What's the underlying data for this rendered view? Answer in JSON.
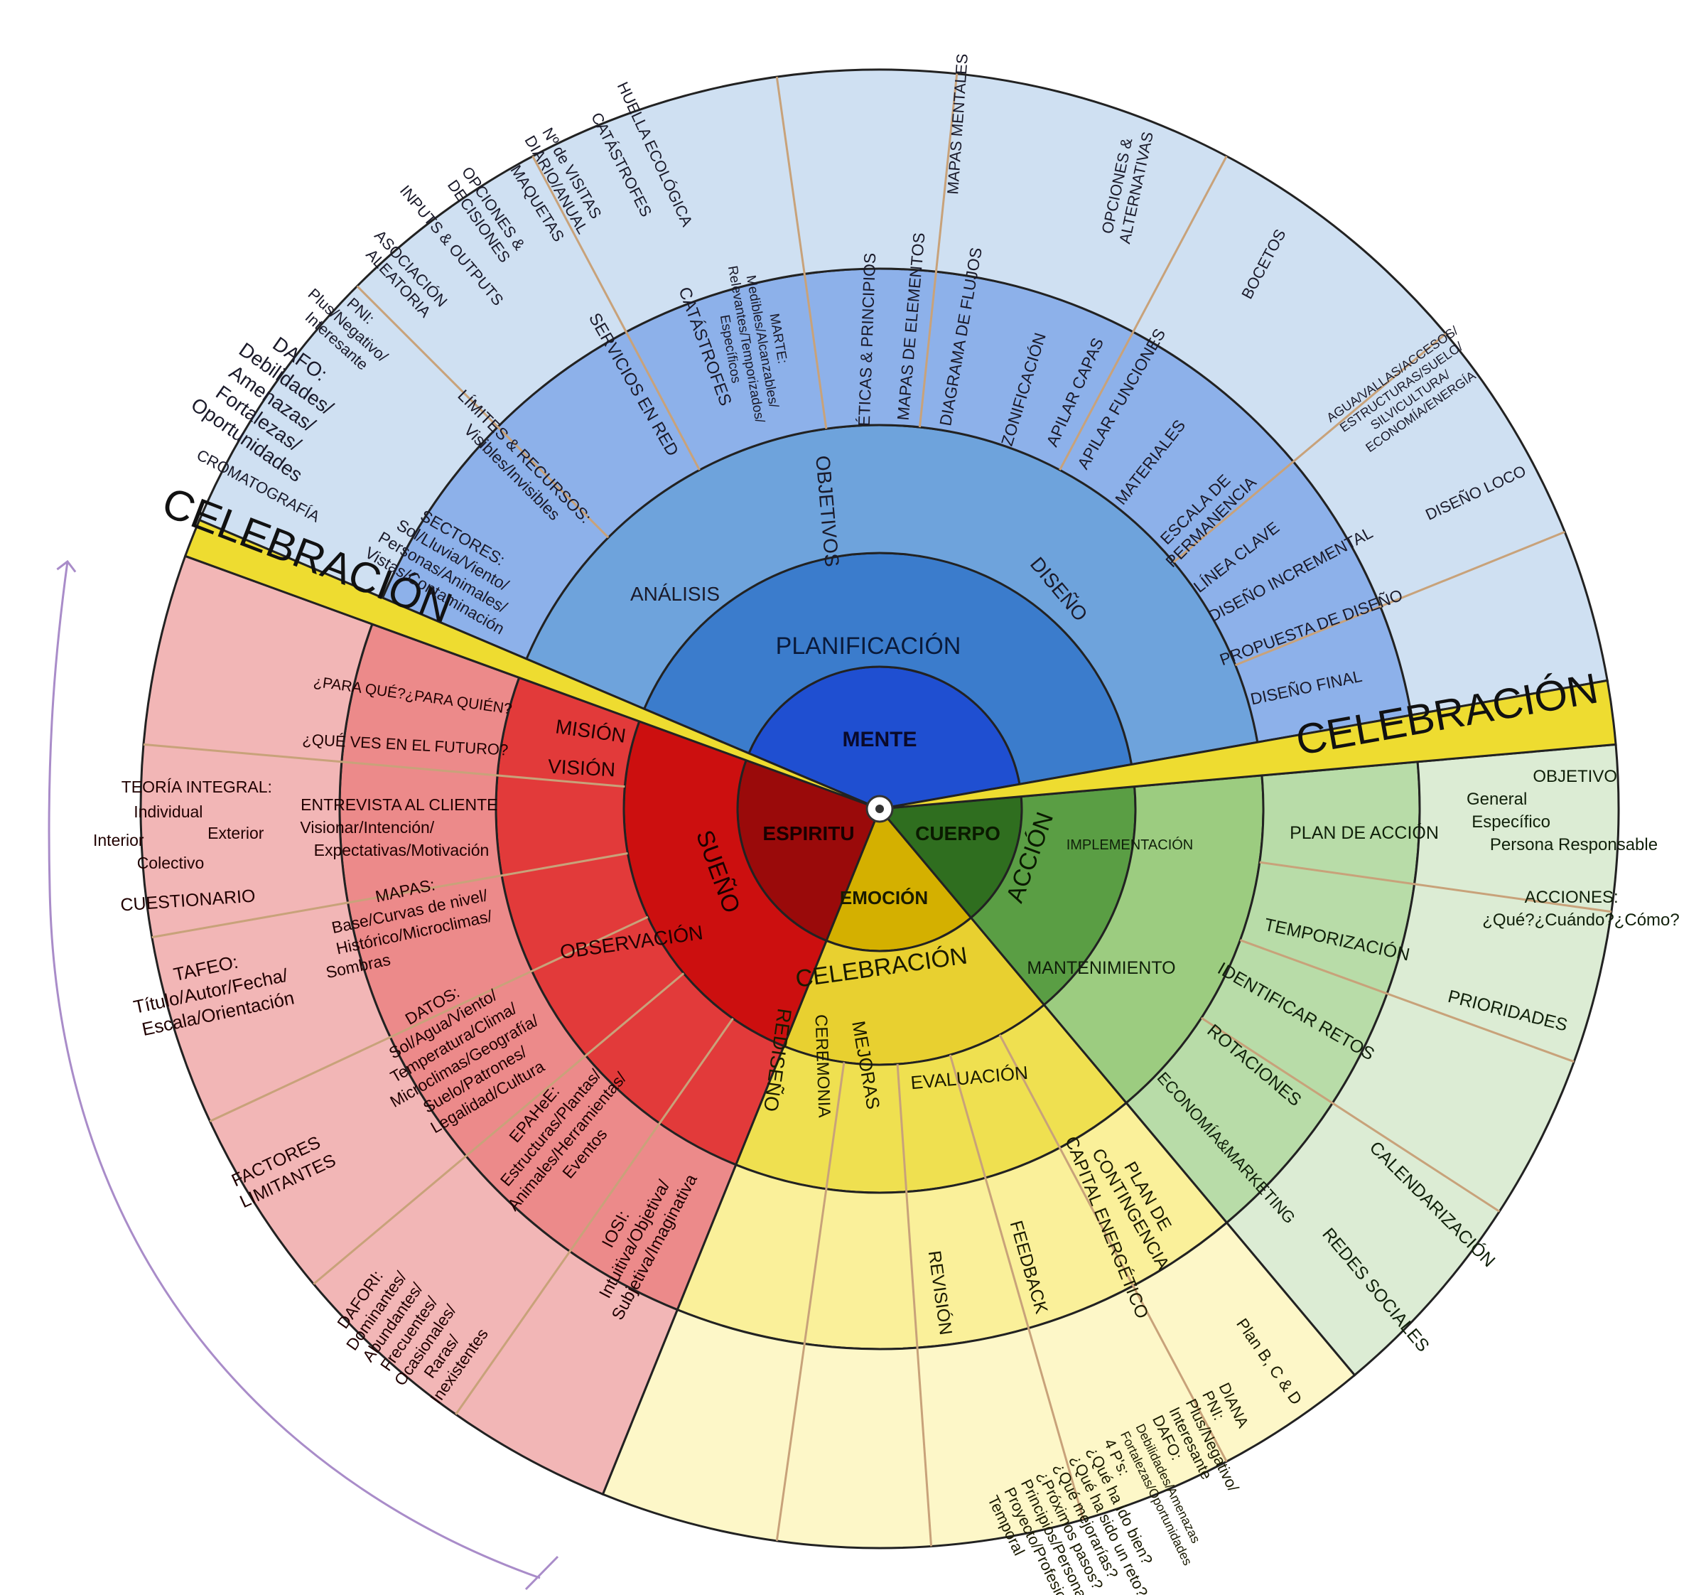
{
  "center": {
    "mind": "MENTE",
    "spirit": "ESPIRITU",
    "body": "CUERPO",
    "emotion": "EMOCIÓN"
  },
  "phases": {
    "planning": "PLANIFICACIÓN",
    "dream": "SUEÑO",
    "action": "ACCIÓN",
    "celebration": "CELEBRACIÓN"
  },
  "celebration_bands": {
    "left": "CELEBRACIÓN",
    "right": "CELEBRACIÓN"
  },
  "planning": {
    "stages": {
      "analysis": "ANÁLISIS",
      "objectives": "OBJETIVOS",
      "design": "DISEÑO"
    },
    "tools": {
      "catastrophes": "CATÁSTROFES",
      "network_services": "SERVICIOS EN RED",
      "limits": [
        "LÍMITES & RECURSOS:",
        "Visibles/Invisibles"
      ],
      "sectors": [
        "SECTORES:",
        "Sol/Lluvia/Viento/",
        "Personas/Animales/",
        "Vistas/Contaminación"
      ],
      "marte": [
        "MARTE:",
        "Medibles/Alcanzables/",
        "Relevantes/Temporizados/",
        "Específicos"
      ],
      "ethics": "ÉTICAS & PRINCIPIOS",
      "element_maps": "MAPAS DE ELEMENTOS",
      "flow_diagram": "DIAGRAMA DE FLUJOS",
      "zoning": "ZONIFICACIÓN",
      "stack_layers": "APILAR CAPAS",
      "stack_functions": "APILAR FUNCIONES",
      "materials": "MATERIALES",
      "permanence": [
        "ESCALA DE",
        "PERMANENCIA"
      ],
      "keyline": "LÍNEA CLAVE",
      "incremental": "DISEÑO INCREMENTAL",
      "proposal": "PROPUESTA DE DISEÑO",
      "final": "DISEÑO FINAL"
    },
    "outer": {
      "footprint": "HUELLA ECOLÓGICA",
      "catastrophes": "CATÁSTROFES",
      "visits": [
        "Nº de VISITAS",
        "DIARIO/ANUAL"
      ],
      "models": "MAQUETAS",
      "options_decisions": [
        "OPCIONES &",
        "DECISIONES"
      ],
      "inputs_outputs": "INPUTS & OUTPUTS",
      "random": [
        "ASOCIACIÓN",
        "ALEATORIA"
      ],
      "pni": [
        "PNI:",
        "Plus/Negativo/",
        "Interesante"
      ],
      "dafo": [
        "DAFO:",
        "Debilidades/",
        "Amenazas/",
        "Fortalezas/",
        "Oportunidades"
      ],
      "chromatography": "CROMATOGRAFÍA",
      "mind_maps": "MAPAS MENTALES",
      "options_alternatives": [
        "OPCIONES &",
        "ALTERNATIVAS"
      ],
      "sketches": "BOCETOS",
      "infrastructure": [
        "AGUA/VALLAS/ACCESOS/",
        "ESTRUCTURAS/SUELO/",
        "SILVICULTURA/",
        "ECONOMÍA/ENERGÍA"
      ],
      "crazy_design": "DISEÑO LOCO"
    }
  },
  "action": {
    "stages": {
      "implementation": "IMPLEMENTACIÓN",
      "maintenance": "MANTENIMIENTO"
    },
    "tools": {
      "action_plan": "PLAN DE ACCIÓN",
      "timing": "TEMPORIZACIÓN",
      "challenges": "IDENTIFICAR RETOS",
      "rotations": "ROTACIONES",
      "economy": "ECONOMÍA&MARKETING"
    },
    "outer": {
      "objective": [
        "OBJETIVO",
        "General",
        "Específico",
        "Persona Responsable"
      ],
      "actions": [
        "ACCIONES:",
        "¿Qué?¿Cuándo?¿Cómo?"
      ],
      "priorities": "PRIORIDADES",
      "calendar": "CALENDARIZACIÓN",
      "social": "REDES SOCIALES"
    }
  },
  "celebration": {
    "stages": {
      "redesign": "REDISEÑO",
      "ceremony": "CEREMONIA",
      "improvements": "MEJORAS",
      "evaluation": "EVALUACIÓN"
    },
    "tools": {
      "contingency": [
        "PLAN DE",
        "CONTINGENCIA"
      ],
      "energy": "CAPITAL ENERGÉTICO",
      "feedback": "FEEDBACK",
      "review": "REVISIÓN"
    },
    "outer": {
      "plan_bcd": "Plan B, C & D",
      "diana": [
        "DIANA",
        "PNI:",
        "Plus/Negativo/",
        "Interesante",
        "DAFO:",
        "Debilidades/Amenazas",
        "Fortalezas/Oportunidades",
        "4 P's:",
        "¿Qué ha ido bien?",
        "¿Qué ha sido un reto?",
        "¿Qué mejorarías?",
        "¿Próximos pasos?",
        "Principios/Personal/",
        "Proyecto/Profesional/",
        "Temporal"
      ]
    }
  },
  "dream": {
    "stages": {
      "mission": "MISIÓN",
      "vision": "VISIÓN",
      "observation": "OBSERVACIÓN"
    },
    "tools": {
      "why": "¿PARA QUÉ?¿PARA QUIÉN?",
      "future": "¿QUÉ VES EN EL FUTURO?",
      "interview": [
        "ENTREVISTA AL CLIENTE",
        "Visionar/Intención/",
        "Expectativas/Motivación"
      ],
      "maps": [
        "MAPAS:",
        "Base/Curvas de nivel/",
        "Histórico/Microclimas/",
        "Sombras"
      ],
      "data": [
        "DATOS:",
        "Sol/Agua/Viento/",
        "Temperatura/Clima/",
        "Microclimas/Geografía/",
        "Suelo/Patrones/",
        "Legalidad/Cultura"
      ],
      "epaher": [
        "EPAHeE:",
        "Estructuras/Plantas/",
        "Animales/Herramientas/",
        "Eventos"
      ],
      "iosi": [
        "IOSI:",
        "Intuitiva/Objetiva/",
        "Subjetiva/Imaginativa"
      ]
    },
    "outer": {
      "integral": [
        "TEORÍA INTEGRAL:",
        "Individual",
        "Interior",
        "Exterior",
        "Colectivo"
      ],
      "questionnaire": "CUESTIONARIO",
      "tafeo": [
        "TAFEO:",
        "Título/Autor/Fecha/",
        "Escala/Orientación"
      ],
      "limits": [
        "FACTORES",
        "LIMITANTES"
      ],
      "dafori": [
        "DAFORI:",
        "Dominantes/",
        "Abundantes/",
        "Frecuentes/",
        "Ocasionales/",
        "Raras/",
        "Inexistentes"
      ]
    }
  },
  "colors": {
    "mind": "#1f4fd1",
    "spirit": "#9a0a0a",
    "body": "#2f6e1f",
    "emotion": "#d4b000",
    "celebration_band": "#eedc30",
    "lines": "#c8a27a"
  }
}
